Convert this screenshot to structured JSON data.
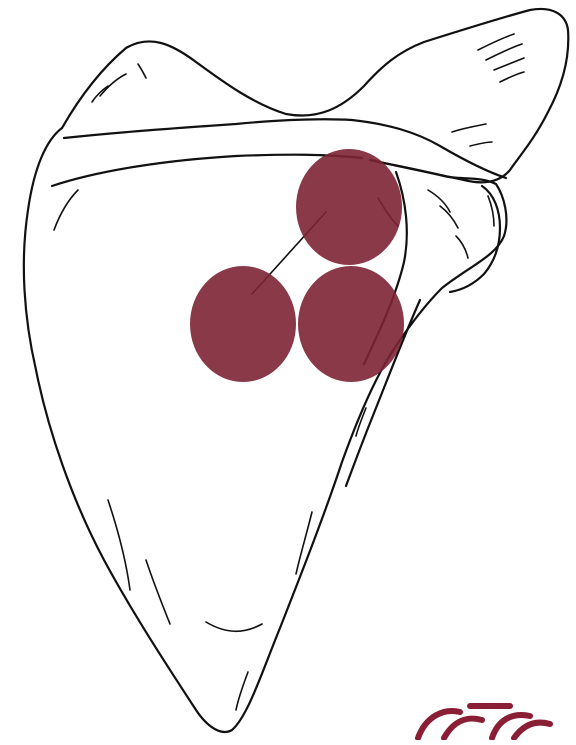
{
  "figure": {
    "subject": "scapula-illustration",
    "line_color": "#111111",
    "fill_color": "#ffffff"
  },
  "markers": {
    "color": "#7d2435",
    "items": [
      {
        "id": "top"
      },
      {
        "id": "left"
      },
      {
        "id": "right"
      }
    ]
  },
  "logo": {
    "icon": "brand-logo-icon",
    "color": "#8a1e34"
  }
}
